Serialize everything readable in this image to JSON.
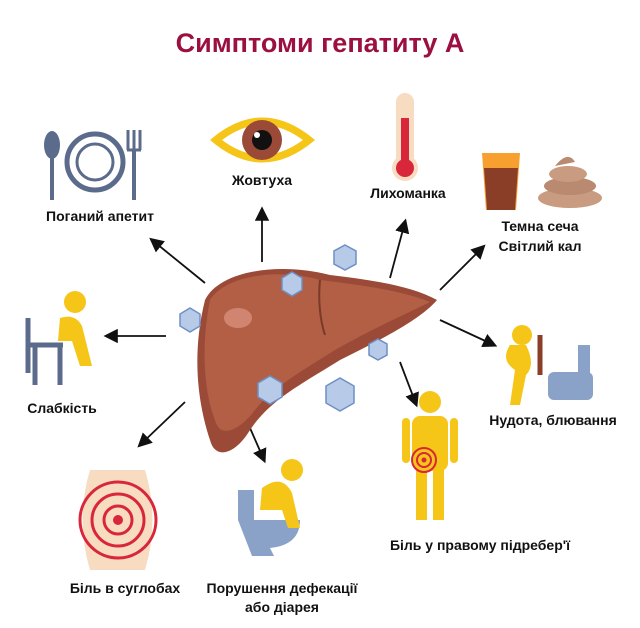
{
  "title": "Симптоми гепатиту А",
  "colors": {
    "title": "#9b1040",
    "liver": "#a0523d",
    "accent": "#f5c518",
    "figure": "#8aa2c8"
  },
  "symptoms": [
    {
      "id": "appetite",
      "label": "Поганий апетит",
      "icon": "plate-fork-spoon-icon"
    },
    {
      "id": "jaundice",
      "label": "Жовтуха",
      "icon": "eye-icon"
    },
    {
      "id": "fever",
      "label": "Лихоманка",
      "icon": "thermometer-icon"
    },
    {
      "id": "urine",
      "label_1": "Темна сеча",
      "label_2": "Світлий кал",
      "icon": "cup-stool-icon"
    },
    {
      "id": "weakness",
      "label": "Слабкість",
      "icon": "sitting-person-icon"
    },
    {
      "id": "nausea",
      "label": "Нудота, блювання",
      "icon": "vomiting-person-icon"
    },
    {
      "id": "pain",
      "label": "Біль у правому підребер'ї",
      "icon": "abdominal-pain-icon"
    },
    {
      "id": "joints",
      "label": "Біль в суглобах",
      "icon": "joint-pain-icon"
    },
    {
      "id": "defecation",
      "label_1": "Порушення дефекації",
      "label_2": "або діарея",
      "icon": "toilet-person-icon"
    }
  ]
}
